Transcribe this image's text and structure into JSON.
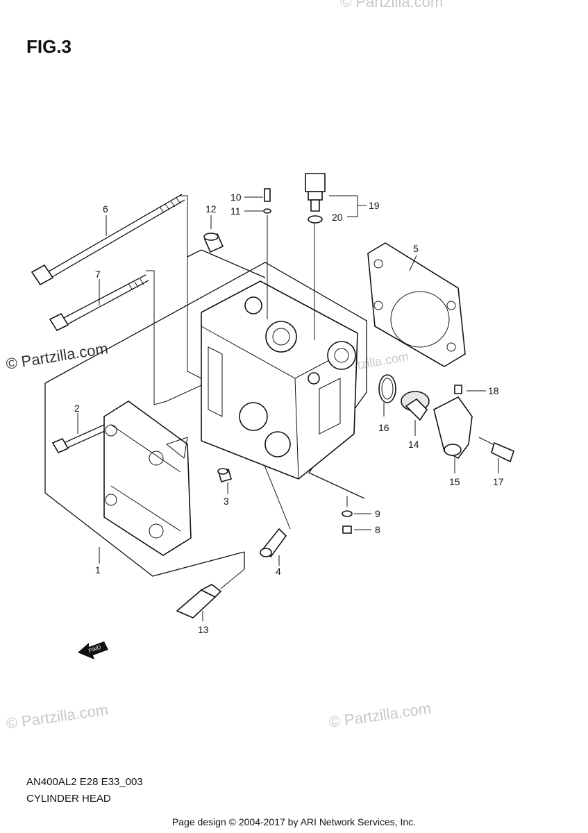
{
  "figure": {
    "title": "FIG.3"
  },
  "callouts": [
    "1",
    "2",
    "3",
    "4",
    "5",
    "6",
    "7",
    "8",
    "9",
    "10",
    "11",
    "12",
    "13",
    "14",
    "15",
    "16",
    "17",
    "18",
    "19",
    "20"
  ],
  "fwd_label": "FWD",
  "watermarks": {
    "main": "© Partzilla.com",
    "faint": "© Partzilla.com"
  },
  "caption": {
    "model_code": "AN400AL2 E28 E33_003",
    "section": "CYLINDER HEAD"
  },
  "footer": "Page design © 2004-2017 by ARI Network Services, Inc."
}
